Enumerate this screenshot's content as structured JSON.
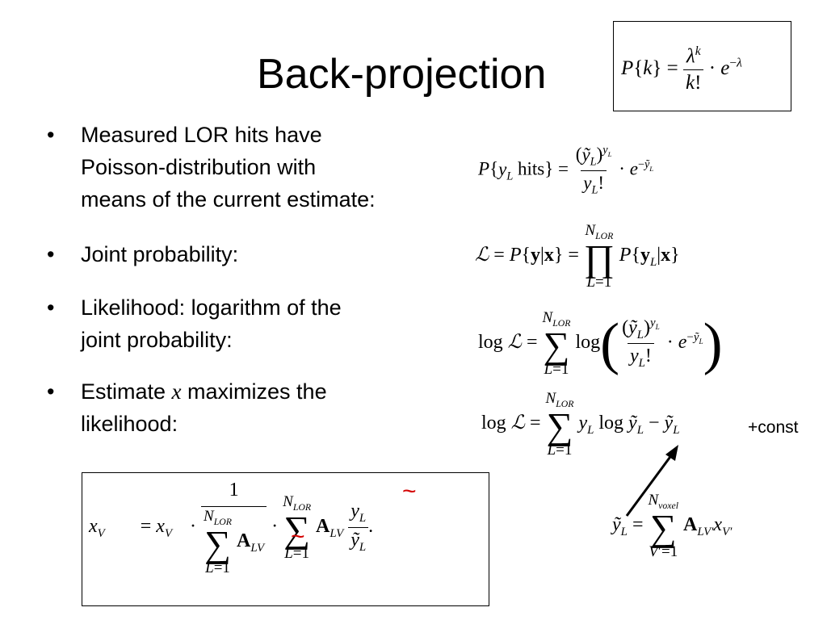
{
  "slide": {
    "title": "Back-projection",
    "bullets": [
      {
        "line1": "Measured LOR hits have",
        "line2": "Poisson-distribution with",
        "line3": "means of the current estimate:"
      },
      {
        "line1": "Joint probability:"
      },
      {
        "line1": "Likelihood: logarithm of the",
        "line2": "joint probability:"
      },
      {
        "line1_pre": "Estimate ",
        "line1_var": "x",
        "line1_post": " maximizes the",
        "line2": "likelihood:"
      }
    ],
    "bullet_glyph": "•",
    "annotation": {
      "const": "+const",
      "tilde": "~"
    },
    "formulas": {
      "poisson_box": "P{k} = λ^k / k! · e^(−λ)",
      "lor_hits": "P{y_L hits} = (ỹ_L)^(y_L) / y_L! · e^(−ỹ_L)",
      "joint": "ℒ = P{y|x} = ∏_{L=1}^{N_LOR} P{y_L|x}",
      "log_likelihood": "log ℒ = Σ_{L=1}^{N_LOR} log( (ỹ_L)^(y_L) / y_L! · e^(−ỹ_L) )",
      "log_likelihood_simplified": "log ℒ = Σ_{L=1}^{N_LOR} y_L log ỹ_L − ỹ_L +const",
      "update_rule": "x_V = x_V · 1/Σ_{L=1}^{N_LOR} A_LV · Σ_{L=1}^{N_LOR} A_LV y_L/ỹ_L.",
      "forward_projection": "ỹ_L = Σ_{V'=1}^{N_voxel} A_LV' x_V'"
    }
  }
}
